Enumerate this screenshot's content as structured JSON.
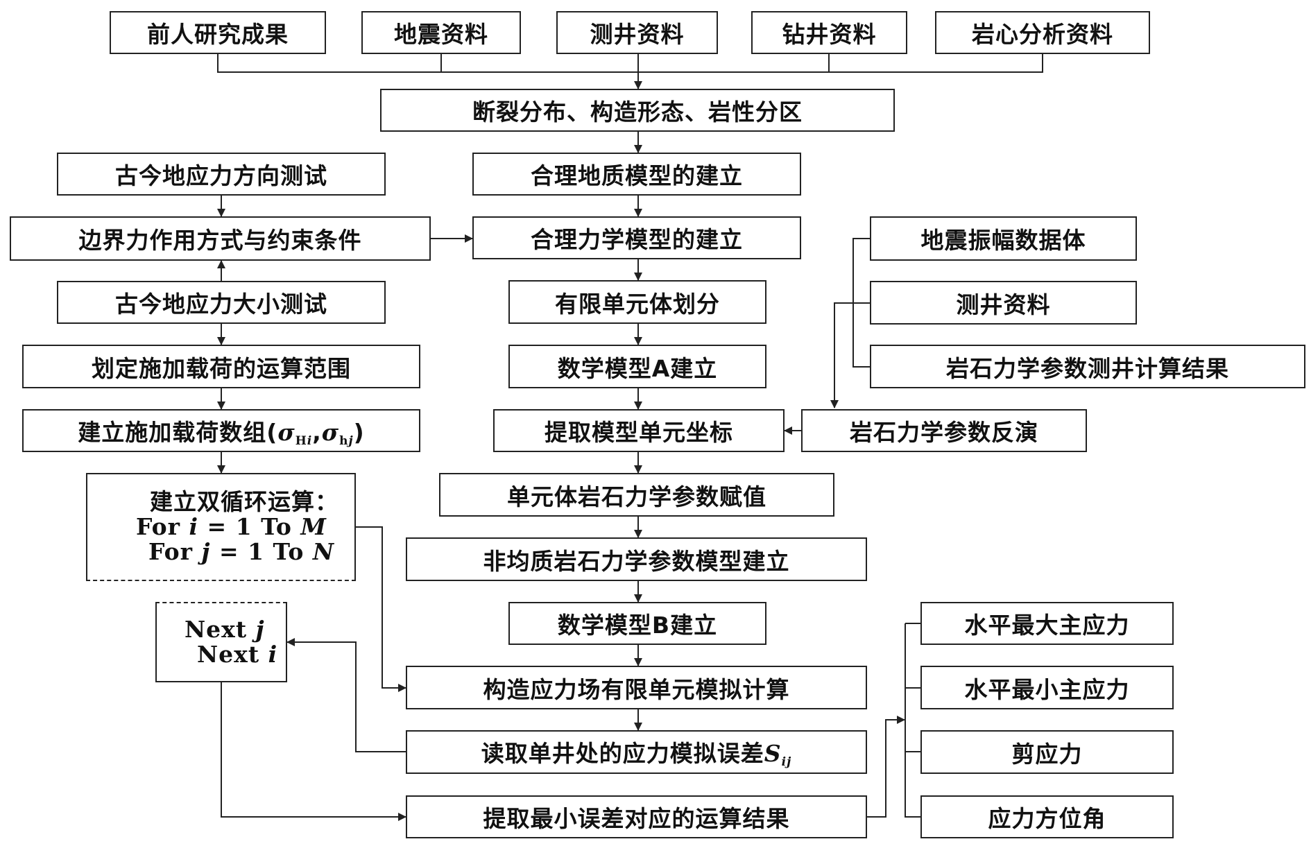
{
  "nodes": {
    "prior_research": "前人研究成果",
    "seismic_data": "地震资料",
    "logging_data": "测井资料",
    "drilling_data": "钻井资料",
    "core_analysis": "岩心分析资料",
    "fault_structure": "断裂分布、构造形态、岩性分区",
    "stress_direction_test": "古今地应力方向测试",
    "geo_model": "合理地质模型的建立",
    "boundary_conditions": "边界力作用方式与约束条件",
    "mech_model": "合理力学模型的建立",
    "seismic_amplitude": "地震振幅数据体",
    "stress_magnitude_test": "古今地应力大小测试",
    "fe_division": "有限单元体划分",
    "logging_data_2": "测井资料",
    "load_range": "划定施加载荷的运算范围",
    "math_model_a": "数学模型A建立",
    "rock_param_logging": "岩石力学参数测井计算结果",
    "load_array_prefix": "建立施加载荷数组(",
    "load_array_sigma1": "σ",
    "load_array_sub1": "H",
    "load_array_sub1_i": "i",
    "load_array_comma": ",",
    "load_array_sigma2": "σ",
    "load_array_sub2": "h",
    "load_array_sub2_j": "j",
    "load_array_suffix": ")",
    "extract_coords": "提取模型单元坐标",
    "rock_param_inversion": "岩石力学参数反演",
    "loop_title": "建立双循环运算：",
    "loop_for_i_prefix": "For ",
    "loop_for_i_var": "i",
    "loop_for_i_mid": " = 1 To ",
    "loop_for_i_end": "M",
    "loop_for_j_prefix": "For ",
    "loop_for_j_var": "j",
    "loop_for_j_mid": " = 1 To ",
    "loop_for_j_end": "N",
    "assign_params": "单元体岩石力学参数赋值",
    "hetero_model": "非均质岩石力学参数模型建立",
    "next_j_prefix": "Next ",
    "next_j_var": "j",
    "next_i_prefix": "Next ",
    "next_i_var": "i",
    "math_model_b": "数学模型B建立",
    "sh_max": "水平最大主应力",
    "fe_simulation": "构造应力场有限单元模拟计算",
    "sh_min": "水平最小主应力",
    "read_error_prefix": "读取单井处的应力模拟误差",
    "read_error_var": "S",
    "read_error_sub": "ij",
    "shear_stress": "剪应力",
    "extract_min_error": "提取最小误差对应的运算结果",
    "stress_azimuth": "应力方位角"
  }
}
